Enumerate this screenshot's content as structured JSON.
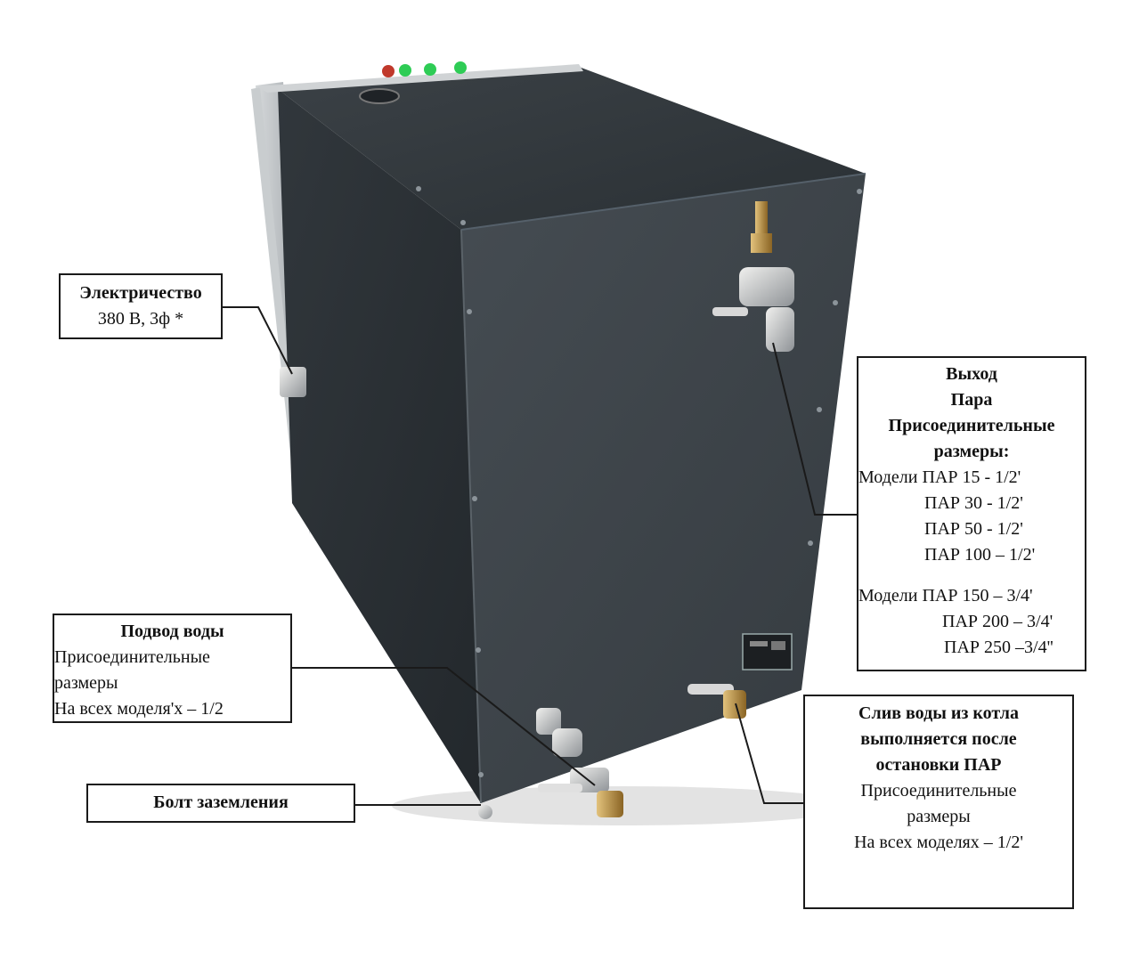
{
  "colors": {
    "cabinet_front": "#3a4147",
    "cabinet_side": "#2c3237",
    "cabinet_top": "#30363b",
    "steel_panel": "#b9bdc0",
    "brass": "#b88a3c",
    "callout_border": "#1a1a1a",
    "leader_line": "#1a1a1a"
  },
  "labels": {
    "electricity": {
      "title": "Электричество",
      "value": "380 В, 3ф *"
    },
    "steam_outlet": {
      "title_1": "Выход",
      "title_2": "Пара",
      "title_3": "Присоединительные",
      "title_4": "размеры:",
      "group1": [
        "Модели ПАР 15  - 1/2'",
        "ПАР 30 - 1/2'",
        "ПАР 50 - 1/2'",
        "ПАР 100 – 1/2'"
      ],
      "group2": [
        "Модели ПАР 150 – 3/4'",
        "ПАР 200 – 3/4'",
        "ПАР 250 –3/4''"
      ]
    },
    "water_inlet": {
      "title": "Подвод воды",
      "line1": "Присоединительные",
      "line2": "размеры",
      "line3": "На всех моделя'х   – 1/2"
    },
    "ground_bolt": {
      "title": "Болт заземления"
    },
    "drain": {
      "title_1": "Слив воды из котла",
      "title_2": "выполняется после",
      "title_3": "остановки ПАР",
      "line1": "Присоединительные",
      "line2": "размеры",
      "line3": "На всех моделях – 1/2'"
    }
  }
}
